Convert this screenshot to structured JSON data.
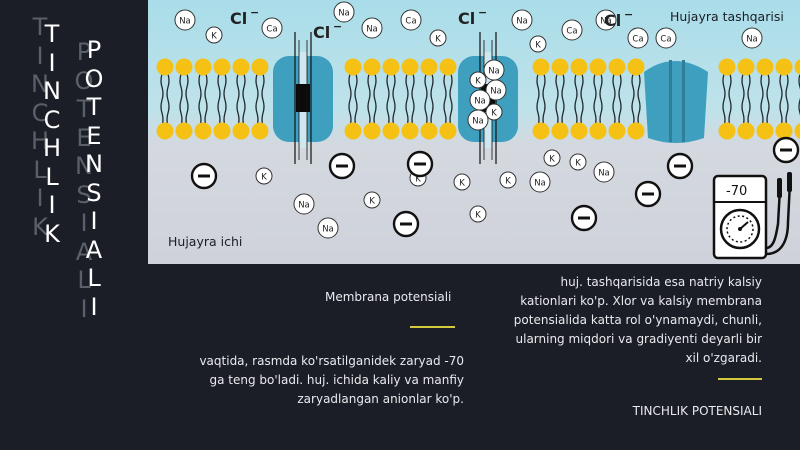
{
  "title": {
    "word1": [
      "T",
      "I",
      "N",
      "C",
      "H",
      "L",
      "I",
      "K"
    ],
    "word2": [
      "P",
      "O",
      "T",
      "E",
      "N",
      "S",
      "I",
      "A",
      "L",
      "I"
    ]
  },
  "diagram": {
    "outside_label": "Hujayra tashqarisi",
    "inside_label": "Hujayra ichi",
    "voltmeter_reading": "-70",
    "ions": {
      "na": "Na",
      "k": "K",
      "ca": "Ca",
      "cl": "Cl",
      "cl_charge": "−"
    }
  },
  "caption_left": {
    "heading": "Membrana potensiali",
    "body": "vaqtida, rasmda ko'rsatilganidek zaryad -70 ga teng bo'ladi. huj. ichida kaliy va manfiy zaryadlangan anionlar ko'p."
  },
  "caption_right": {
    "body": "huj. tashqarisida esa natriy kalsiy kationlari ko'p.  Xlor va kalsiy membrana potensialida katta rol o'ynamaydi, chunli, ularning miqdori va gradiyenti deyarli bir xil o'zgaradi.",
    "footer": "TINCHLIK POTENSIALI"
  },
  "colors": {
    "background": "#1b1e26",
    "accent_rule": "#d4c93c",
    "membrane_head": "#f4c114",
    "channel": "#3f9fbf",
    "outside_fluid": "#a8dbe8",
    "inside_fluid": "#d2d5dd"
  }
}
